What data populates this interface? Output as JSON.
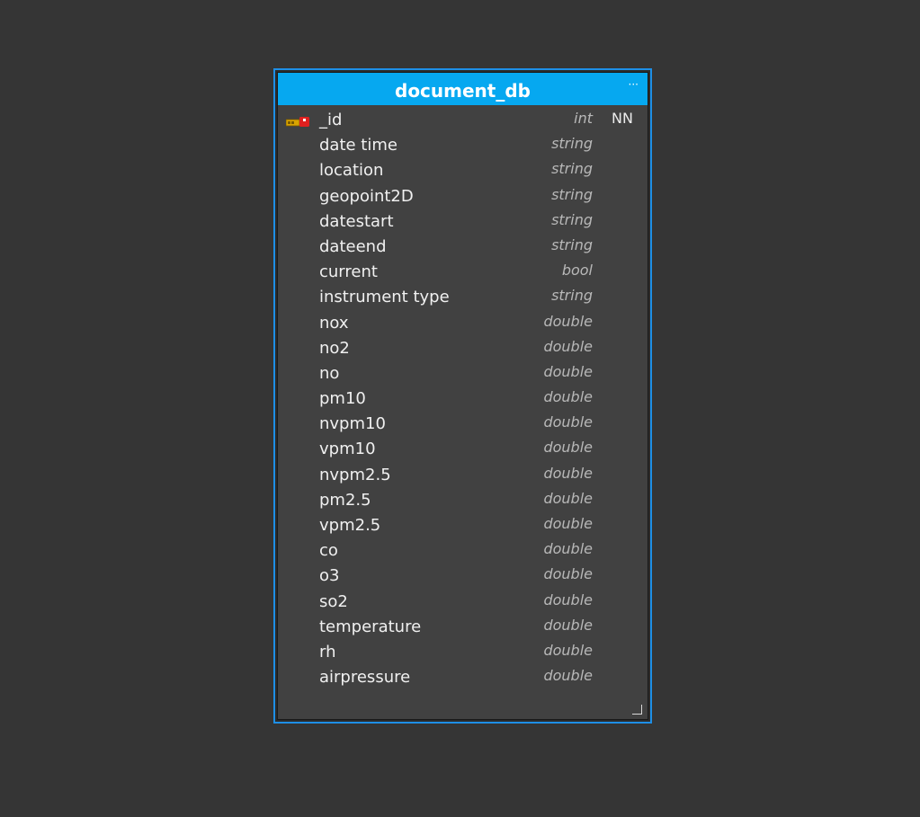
{
  "table": {
    "title": "document_db",
    "menu_label": "···",
    "columns": [
      {
        "name": "_id",
        "type": "int",
        "nn": "NN",
        "icon": "primary-key-icon"
      },
      {
        "name": "date time",
        "type": "string",
        "nn": ""
      },
      {
        "name": "location",
        "type": "string",
        "nn": ""
      },
      {
        "name": "geopoint2D",
        "type": "string",
        "nn": ""
      },
      {
        "name": "datestart",
        "type": "string",
        "nn": ""
      },
      {
        "name": "dateend",
        "type": "string",
        "nn": ""
      },
      {
        "name": "current",
        "type": "bool",
        "nn": ""
      },
      {
        "name": "instrument type",
        "type": "string",
        "nn": ""
      },
      {
        "name": "nox",
        "type": "double",
        "nn": ""
      },
      {
        "name": "no2",
        "type": "double",
        "nn": ""
      },
      {
        "name": "no",
        "type": "double",
        "nn": ""
      },
      {
        "name": "pm10",
        "type": "double",
        "nn": ""
      },
      {
        "name": "nvpm10",
        "type": "double",
        "nn": ""
      },
      {
        "name": "vpm10",
        "type": "double",
        "nn": ""
      },
      {
        "name": "nvpm2.5",
        "type": "double",
        "nn": ""
      },
      {
        "name": "pm2.5",
        "type": "double",
        "nn": ""
      },
      {
        "name": "vpm2.5",
        "type": "double",
        "nn": ""
      },
      {
        "name": "co",
        "type": "double",
        "nn": ""
      },
      {
        "name": "o3",
        "type": "double",
        "nn": ""
      },
      {
        "name": "so2",
        "type": "double",
        "nn": ""
      },
      {
        "name": "temperature",
        "type": "double",
        "nn": ""
      },
      {
        "name": "rh",
        "type": "double",
        "nn": ""
      },
      {
        "name": "airpressure",
        "type": "double",
        "nn": ""
      }
    ]
  },
  "colors": {
    "canvas": "#353535",
    "header": "#06a8f0",
    "selection_border": "#1e8fe6",
    "body": "#414141"
  }
}
